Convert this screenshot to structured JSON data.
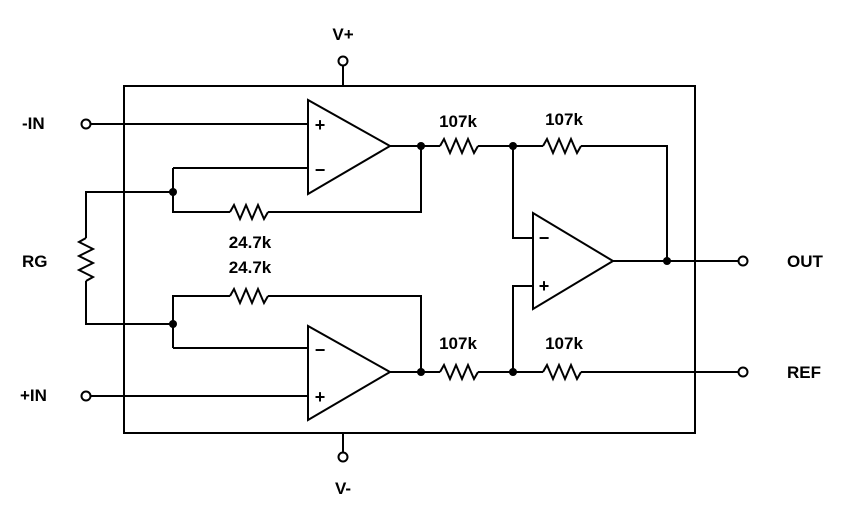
{
  "pins": {
    "vplus": "V+",
    "vminus": "V-",
    "in_neg": "-IN",
    "in_pos": "+IN",
    "rg": "RG",
    "out": "OUT",
    "ref": "REF"
  },
  "resistors": {
    "r_fb_top": "24.7k",
    "r_fb_bottom": "24.7k",
    "r_in_top": "107k",
    "r_fb_out": "107k",
    "r_in_bottom": "107k",
    "r_ref": "107k"
  },
  "opamp_signs": {
    "plus": "+",
    "minus": "−"
  },
  "colors": {
    "stroke": "#000000",
    "background": "#ffffff"
  }
}
